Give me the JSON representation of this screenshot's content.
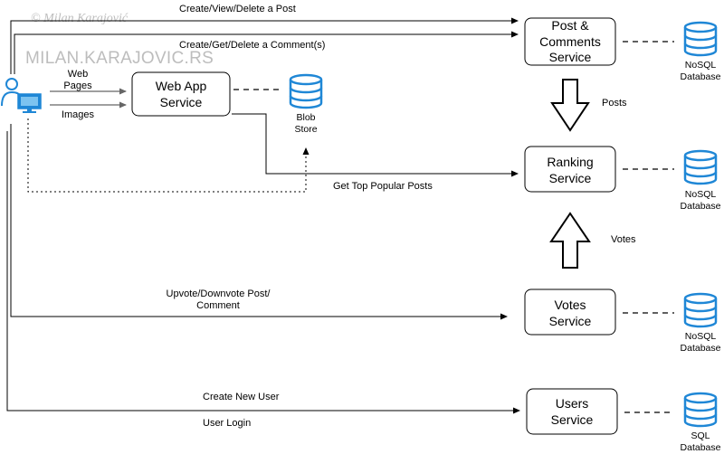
{
  "watermark": {
    "copyright": "©   Milan Karajović",
    "site": "MILAN.KARAJOVIC.RS"
  },
  "services": {
    "web_app": [
      "Web App",
      "Service"
    ],
    "post_comments": [
      "Post &",
      "Comments",
      "Service"
    ],
    "ranking": [
      "Ranking",
      "Service"
    ],
    "votes": [
      "Votes",
      "Service"
    ],
    "users": [
      "Users",
      "Service"
    ]
  },
  "stores": {
    "blob": [
      "Blob",
      "Store"
    ],
    "post_db": [
      "NoSQL",
      "Database"
    ],
    "ranking_db": [
      "NoSQL",
      "Database"
    ],
    "votes_db": [
      "NoSQL",
      "Database"
    ],
    "users_db": [
      "SQL",
      "Database"
    ]
  },
  "edges": {
    "create_post": "Create/View/Delete a Post",
    "create_comment": "Create/Get/Delete a Comment(s)",
    "web_pages": [
      "Web",
      "Pages"
    ],
    "images": "Images",
    "posts": "Posts",
    "top_posts": "Get Top Popular Posts",
    "votes": "Votes",
    "upvote": [
      "Upvote/Downvote Post/",
      "Comment"
    ],
    "create_user": "Create New User",
    "user_login": "User Login"
  },
  "icons": {
    "user": "user-at-computer-icon",
    "database": "database-cylinder-icon"
  },
  "colors": {
    "db_blue": "#1f87d6",
    "user_blue": "#1f87d6",
    "line": "#000000",
    "arrow_gray": "#666666",
    "watermark": "#bdbdbd"
  }
}
